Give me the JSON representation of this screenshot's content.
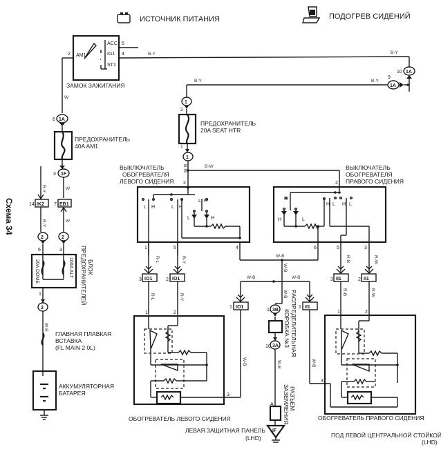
{
  "header": {
    "power_source_title": "ИСТОЧНИК ПИТАНИЯ",
    "seat_heater_title": "ПОДОГРЕВ СИДЕНИЙ",
    "power_icon": "battery-icon",
    "seat_icon": "seat-icon"
  },
  "scheme_label": "Схема 34",
  "ignition": {
    "label": "ЗАМОК ЗАЖИГАНИЯ",
    "terminals": [
      "AM1",
      "ACC",
      "IG1",
      "ST1"
    ],
    "pins": {
      "am1": "2",
      "acc": "5",
      "ig1": "4"
    }
  },
  "wires": {
    "b_y": "B-Y",
    "w": "W",
    "r_y": "R-Y",
    "w_r": "W-R",
    "w_b": "W-B",
    "b_w": "B-W",
    "r_l": "R-L",
    "r_b": "R-B",
    "r_w": "R-W",
    "b_r": "B-R"
  },
  "fuses": {
    "am1": {
      "line1": "ПРЕДОХРАНИТЕЛЬ",
      "line2": "40A AM1"
    },
    "seat_htr": {
      "line1": "ПРЕДОХРАНИТЕЛЬ",
      "line2": "20A SEAT HTR"
    },
    "block_label_1": "БЛОК",
    "block_label_2": "ПРЕДОХРАНИТЕЛЕЙ",
    "dome": "20A DOME",
    "alt": "100A ALT"
  },
  "fusible_link": {
    "line1": "ГЛАВНАЯ ПЛАВКАЯ",
    "line2": "ВСТАВКА",
    "line3": "(FL MAIN 2 0L)"
  },
  "battery": {
    "line1": "АККУМУЛЯТОРНАЯ",
    "line2": "БАТАРЕЯ"
  },
  "connectors": {
    "c1a_6": {
      "pin": "6",
      "id": "1A"
    },
    "c1f_3": {
      "pin": "3",
      "id": "1F"
    },
    "ik2": {
      "pin": "14",
      "id": "IK2"
    },
    "eb1": {
      "pin": "7",
      "id": "EB1"
    },
    "c2_6": {
      "pin": "6",
      "id": "2"
    },
    "c2_3": {
      "pin": "3",
      "id": "2"
    },
    "c2_1": {
      "pin": "1",
      "id": "2"
    },
    "c1_top": {
      "pin": "2",
      "id": "1"
    },
    "c1_bot": {
      "pin": "1",
      "id": "1"
    },
    "c1a_9": {
      "pin": "9",
      "id": "1A"
    },
    "c1a_10": {
      "pin": "10",
      "id": "1A"
    },
    "io1_3": {
      "pin": "3",
      "id": "IO1"
    },
    "io1_2": {
      "pin": "2",
      "id": "IO1"
    },
    "io1_1": {
      "pin": "1",
      "id": "IO1"
    },
    "ii1_1": {
      "pin": "1",
      "id": "II1"
    },
    "ii1_3": {
      "pin": "3",
      "id": "II1"
    },
    "ii1_2": {
      "pin": "2",
      "id": "II1"
    },
    "c3b": {
      "pin": "12",
      "id": "3B"
    },
    "c3a": {
      "pin": "10",
      "id": "3A"
    },
    "ground_if": {
      "pin": "A",
      "id": "IF"
    }
  },
  "left_switch": {
    "line1": "ВЫКЛЮЧАТЕЛЬ",
    "line2": "ОБОГРЕВАТЕЛЯ",
    "line3": "ЛЕВОГО СИДЕНИЯ",
    "pins": [
      "2",
      "1",
      "5",
      "4"
    ]
  },
  "right_switch": {
    "line1": "ВЫКЛЮЧАТЕЛЬ",
    "line2": "ОБОГРЕВАТЕЛЯ",
    "line3": "ПРАВОГО СИДЕНИЯ",
    "pins": [
      "2",
      "6",
      "5",
      "3"
    ]
  },
  "junction_box": {
    "line1": "РАСПРЕДЕЛИТЕЛЬНАЯ",
    "line2": "КОРОБКА №3"
  },
  "ground_connector": {
    "line1": "РАЗЪЕМ",
    "line2": "ЗАЗЕМЛЕНИЯ"
  },
  "left_heater": {
    "label": "ОБОГРЕВАТЕЛЬ ЛЕВОГО СИДЕНИЯ",
    "pins": [
      "1",
      "2",
      "3"
    ]
  },
  "right_heater": {
    "label": "ОБОГРЕВАТЕЛЬ ПРАВОГО СИДЕНИЯ",
    "pins": [
      "1",
      "2",
      "3"
    ]
  },
  "ground_locations": {
    "left": {
      "line1": "ЛЕВАЯ ЗАЩИТНАЯ ПАНЕЛЬ",
      "line2": "(LHD)"
    },
    "right": {
      "line1": "ПОД ЛЕВОЙ ЦЕНТРАЛЬНОЙ СТОЙКОЙ",
      "line2": "(LHD)"
    }
  },
  "switch_marks": {
    "h": "H",
    "l": "L"
  }
}
